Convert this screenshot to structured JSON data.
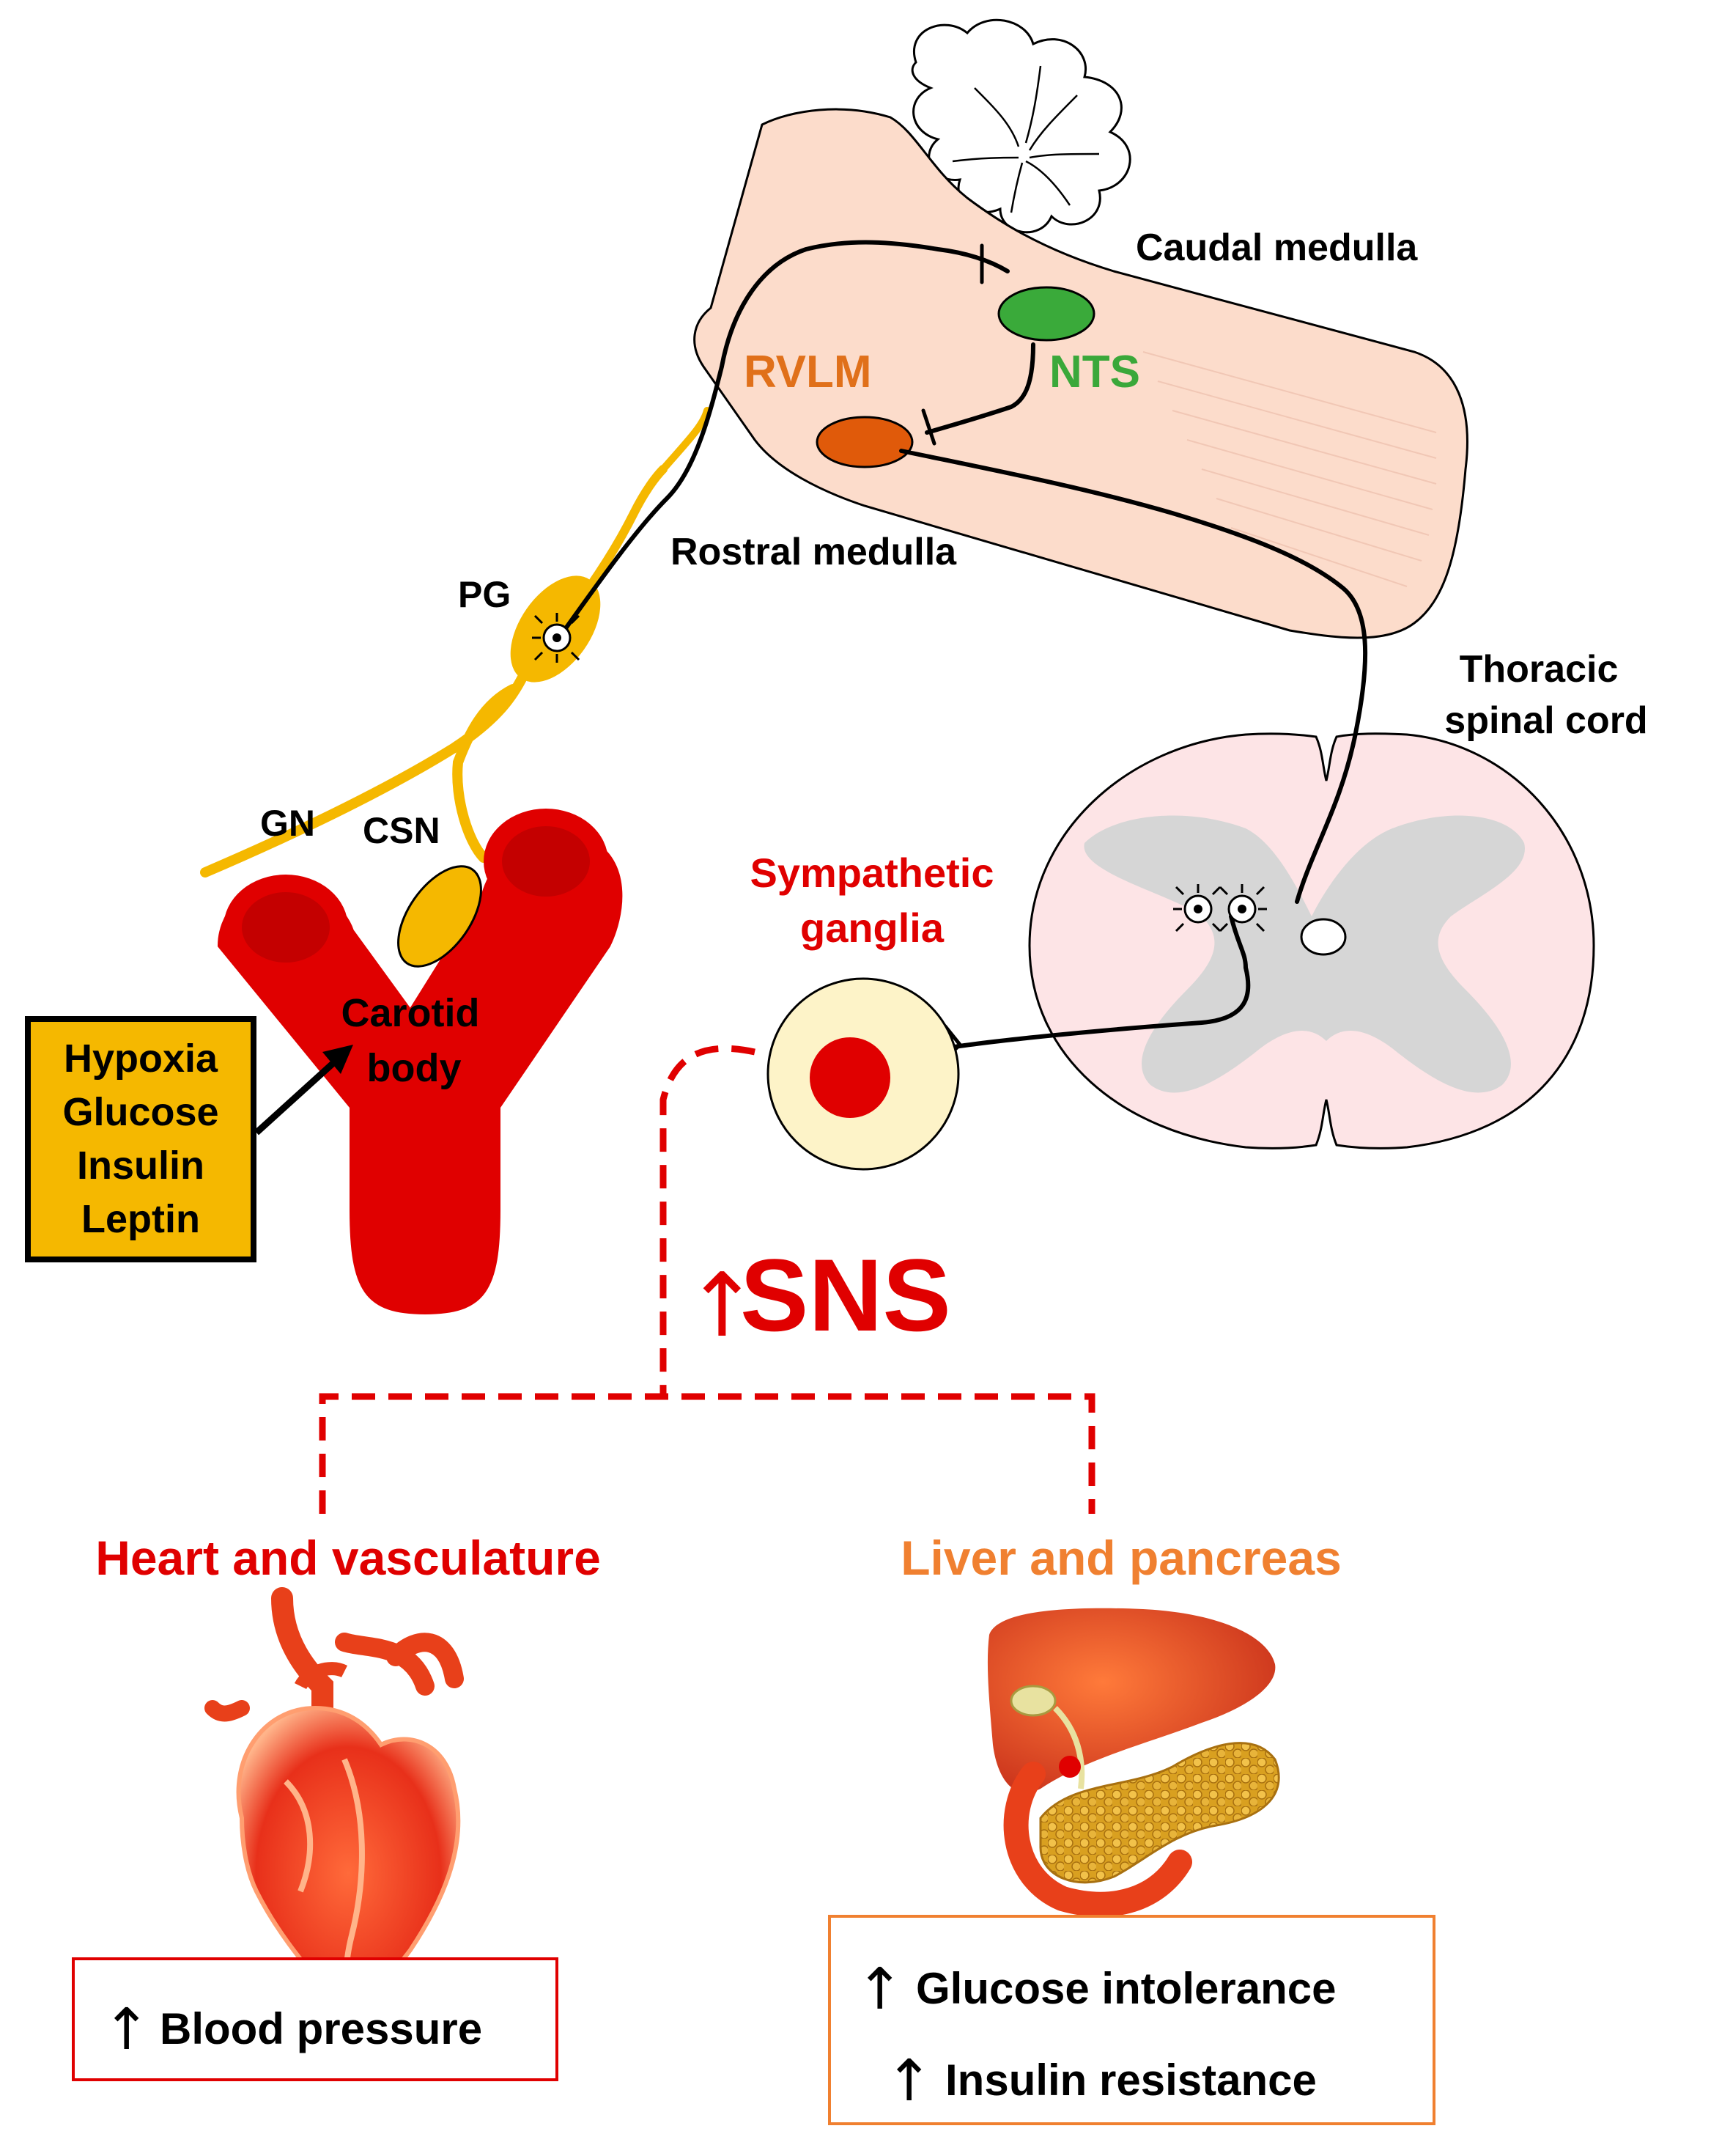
{
  "labels": {
    "caudal_medulla": "Caudal medulla",
    "rvlm": "RVLM",
    "nts": "NTS",
    "rostral_medulla": "Rostral medulla",
    "pg": "PG",
    "thoracic_line1": "Thoracic",
    "thoracic_line2": "spinal cord",
    "gn": "GN",
    "csn": "CSN",
    "sympathetic_line1": "Sympathetic",
    "sympathetic_line2": "ganglia",
    "carotid_line1": "Carotid",
    "carotid_line2": "body",
    "stimuli": [
      "Hypoxia",
      "Glucose",
      "Insulin",
      "Leptin"
    ],
    "sns_arrow": "↑",
    "sns": "SNS",
    "heart_title": "Heart and vasculature",
    "liver_title": "Liver and pancreas",
    "arrow": "↑",
    "blood_pressure": "Blood pressure",
    "glucose_intolerance": "Glucose intolerance",
    "insulin_resistance": "Insulin resistance"
  },
  "colors": {
    "red": "#e00000",
    "orange_text": "#f08030",
    "green_text": "#3aa83a",
    "rvlm_text": "#e0701a",
    "nerve_yellow": "#f5b800",
    "medulla_fill": "#fcdccb",
    "spinal_fill": "#fde4e6",
    "grey_matter": "#d6d6d6",
    "ganglion_fill": "#fdf3c8",
    "stimuli_box": "#f5b800"
  }
}
